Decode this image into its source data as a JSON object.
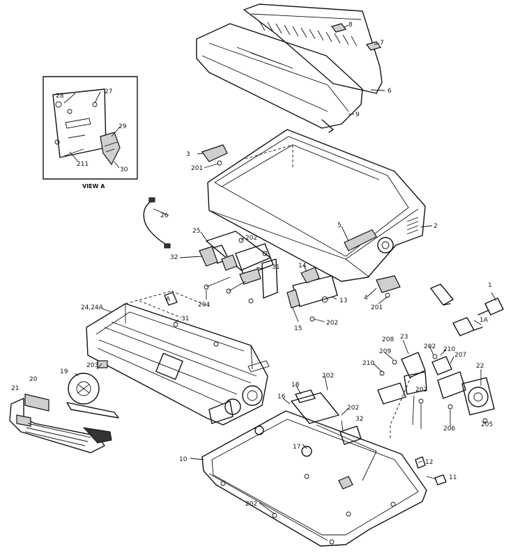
{
  "callouts": [
    {
      "id": "c8",
      "text": "8"
    },
    {
      "id": "c7",
      "text": "7"
    },
    {
      "id": "c6",
      "text": "6"
    },
    {
      "id": "c9",
      "text": "9"
    },
    {
      "id": "c3",
      "text": "3"
    },
    {
      "id": "c201a",
      "text": "201"
    },
    {
      "id": "c2",
      "text": "2"
    },
    {
      "id": "c5",
      "text": "5"
    },
    {
      "id": "c26",
      "text": "26"
    },
    {
      "id": "c25",
      "text": "25"
    },
    {
      "id": "c202a",
      "text": "202"
    },
    {
      "id": "c32a",
      "text": "32"
    },
    {
      "id": "c31a",
      "text": "31"
    },
    {
      "id": "c204",
      "text": "204"
    },
    {
      "id": "c14",
      "text": "14"
    },
    {
      "id": "c13",
      "text": "13"
    },
    {
      "id": "c15",
      "text": "15"
    },
    {
      "id": "c202b",
      "text": "202"
    },
    {
      "id": "c4",
      "text": "4"
    },
    {
      "id": "c201b",
      "text": "201"
    },
    {
      "id": "c1",
      "text": "1"
    },
    {
      "id": "c1A",
      "text": "1A"
    },
    {
      "id": "c2424A",
      "text": "24,24A"
    },
    {
      "id": "cA",
      "text": "A"
    },
    {
      "id": "c31b",
      "text": "31"
    },
    {
      "id": "c203",
      "text": "203"
    },
    {
      "id": "c19",
      "text": "19"
    },
    {
      "id": "c21",
      "text": "21"
    },
    {
      "id": "c20",
      "text": "20"
    },
    {
      "id": "c208",
      "text": "208"
    },
    {
      "id": "c23",
      "text": "23"
    },
    {
      "id": "c209",
      "text": "209"
    },
    {
      "id": "c202c",
      "text": "202"
    },
    {
      "id": "c210a",
      "text": "210"
    },
    {
      "id": "c207",
      "text": "207"
    },
    {
      "id": "c210b",
      "text": "210"
    },
    {
      "id": "c22",
      "text": "22"
    },
    {
      "id": "c202d",
      "text": "202"
    },
    {
      "id": "c206",
      "text": "206"
    },
    {
      "id": "c205",
      "text": "205"
    },
    {
      "id": "c18",
      "text": "18"
    },
    {
      "id": "c202e",
      "text": "202"
    },
    {
      "id": "c16",
      "text": "16"
    },
    {
      "id": "c202f",
      "text": "202"
    },
    {
      "id": "c32b",
      "text": "32"
    },
    {
      "id": "c17",
      "text": "17"
    },
    {
      "id": "c10",
      "text": "10"
    },
    {
      "id": "c12",
      "text": "12"
    },
    {
      "id": "c11",
      "text": "11"
    },
    {
      "id": "c202g",
      "text": "202"
    },
    {
      "id": "c28",
      "text": "28"
    },
    {
      "id": "c27",
      "text": "27"
    },
    {
      "id": "c29",
      "text": "29"
    },
    {
      "id": "c211",
      "text": "211"
    },
    {
      "id": "c30",
      "text": "30"
    }
  ],
  "view_a": {
    "title": "VIEW A"
  }
}
